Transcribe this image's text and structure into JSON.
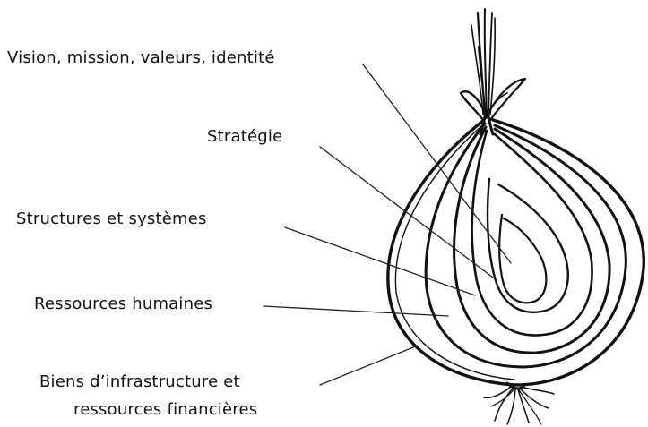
{
  "labels": {
    "vision": "Vision, mission, valeurs, identité",
    "strategie": "Stratégie",
    "structures": "Structures et systèmes",
    "ressources_humaines": "Ressources humaines",
    "biens_line1": "Biens d’infrastructure et",
    "biens_line2": "ressources financières"
  },
  "colors": {
    "ink": "#111111",
    "background": "#ffffff"
  },
  "icons": [
    "onion-illustration"
  ]
}
